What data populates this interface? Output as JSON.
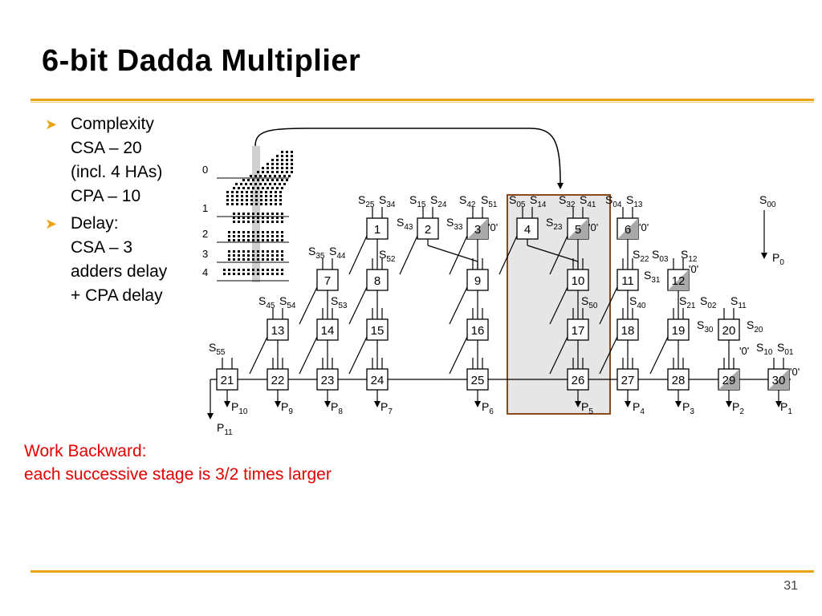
{
  "slide": {
    "title": "6-bit Dadda Multiplier",
    "bullets": [
      {
        "lines": [
          "Complexity",
          "CSA – 20",
          "(incl. 4 HAs)",
          "CPA – 10"
        ]
      },
      {
        "lines": [
          "Delay:",
          "CSA – 3",
          "adders delay",
          "+ CPA delay"
        ]
      }
    ],
    "note_lines": [
      "Work Backward:",
      "each successive stage is 3/2 times larger"
    ],
    "page_number": "31",
    "accent_color": "#e8a317",
    "note_color": "#e30000"
  },
  "diagram": {
    "dot_stage_labels": [
      "0",
      "1",
      "2",
      "3",
      "4"
    ],
    "adders": [
      "1",
      "2",
      "3",
      "4",
      "5",
      "6",
      "7",
      "8",
      "9",
      "10",
      "11",
      "12",
      "13",
      "14",
      "15",
      "16",
      "17",
      "18",
      "19",
      "20",
      "21",
      "22",
      "23",
      "24",
      "25",
      "26",
      "27",
      "28",
      "29",
      "30"
    ],
    "half_adders": [
      "3",
      "5",
      "6",
      "12",
      "29",
      "30"
    ],
    "zero_inputs": [
      "'0'",
      "'0'",
      "'0'",
      "'0'",
      "'0'",
      "'0'"
    ],
    "signal_labels": [
      {
        "s": "S",
        "sub": "25"
      },
      {
        "s": "S",
        "sub": "34"
      },
      {
        "s": "S",
        "sub": "15"
      },
      {
        "s": "S",
        "sub": "24"
      },
      {
        "s": "S",
        "sub": "42"
      },
      {
        "s": "S",
        "sub": "51"
      },
      {
        "s": "S",
        "sub": "05"
      },
      {
        "s": "S",
        "sub": "14"
      },
      {
        "s": "S",
        "sub": "32"
      },
      {
        "s": "S",
        "sub": "41"
      },
      {
        "s": "S",
        "sub": "04"
      },
      {
        "s": "S",
        "sub": "13"
      },
      {
        "s": "S",
        "sub": "00"
      },
      {
        "s": "S",
        "sub": "43"
      },
      {
        "s": "S",
        "sub": "33"
      },
      {
        "s": "S",
        "sub": "23"
      },
      {
        "s": "S",
        "sub": "35"
      },
      {
        "s": "S",
        "sub": "44"
      },
      {
        "s": "S",
        "sub": "52"
      },
      {
        "s": "S",
        "sub": "22"
      },
      {
        "s": "S",
        "sub": "03"
      },
      {
        "s": "S",
        "sub": "12"
      },
      {
        "s": "S",
        "sub": "31"
      },
      {
        "s": "S",
        "sub": "45"
      },
      {
        "s": "S",
        "sub": "54"
      },
      {
        "s": "S",
        "sub": "53"
      },
      {
        "s": "S",
        "sub": "50"
      },
      {
        "s": "S",
        "sub": "40"
      },
      {
        "s": "S",
        "sub": "21"
      },
      {
        "s": "S",
        "sub": "02"
      },
      {
        "s": "S",
        "sub": "11"
      },
      {
        "s": "S",
        "sub": "30"
      },
      {
        "s": "S",
        "sub": "20"
      },
      {
        "s": "S",
        "sub": "55"
      },
      {
        "s": "S",
        "sub": "10"
      },
      {
        "s": "S",
        "sub": "01"
      }
    ],
    "outputs": [
      {
        "p": "P",
        "sub": "0"
      },
      {
        "p": "P",
        "sub": "1"
      },
      {
        "p": "P",
        "sub": "2"
      },
      {
        "p": "P",
        "sub": "3"
      },
      {
        "p": "P",
        "sub": "4"
      },
      {
        "p": "P",
        "sub": "5"
      },
      {
        "p": "P",
        "sub": "6"
      },
      {
        "p": "P",
        "sub": "7"
      },
      {
        "p": "P",
        "sub": "8"
      },
      {
        "p": "P",
        "sub": "9"
      },
      {
        "p": "P",
        "sub": "10"
      },
      {
        "p": "P",
        "sub": "11"
      }
    ],
    "highlight_color": "#e6e6e6",
    "highlight_border_color": "#8b4a1e"
  }
}
